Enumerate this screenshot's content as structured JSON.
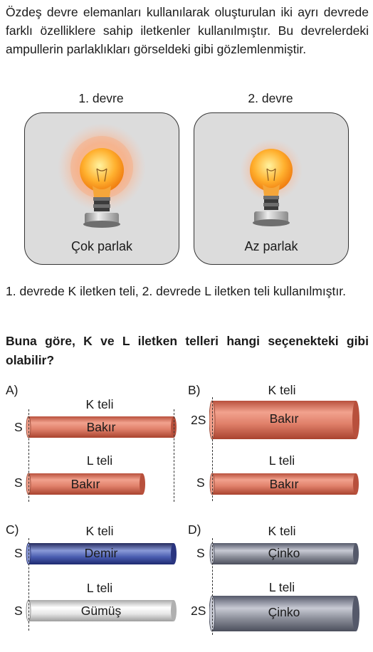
{
  "intro_text": "Özdeş devre elemanları kullanılarak oluşturulan iki ayrı devrede farklı özelliklere sahip iletkenler kullanılmıştır. Bu devrelerdeki ampullerin parlaklıkları görseldeki gibi gözlemlenmiştir.",
  "circuits": [
    {
      "title": "1. devre",
      "caption": "Çok parlak"
    },
    {
      "title": "2. devre",
      "caption": "Az parlak"
    }
  ],
  "info_text": "1. devrede K iletken teli, 2. devrede L iletken teli kullanılmıştır.",
  "question_text": "Buna göre, K ve L iletken telleri hangi seçenekteki gibi olabilir?",
  "options": {
    "A": {
      "letter": "A)",
      "k_title": "K teli",
      "k_side": "S",
      "k_material": "Bakır",
      "l_title": "L teli",
      "l_side": "S",
      "l_material": "Bakır"
    },
    "B": {
      "letter": "B)",
      "k_title": "K teli",
      "k_side": "2S",
      "k_material": "Bakır",
      "l_title": "L teli",
      "l_side": "S",
      "l_material": "Bakır"
    },
    "C": {
      "letter": "C)",
      "k_title": "K teli",
      "k_side": "S",
      "k_material": "Demir",
      "l_title": "L teli",
      "l_side": "S",
      "l_material": "Gümüş"
    },
    "D": {
      "letter": "D)",
      "k_title": "K teli",
      "k_side": "S",
      "k_material": "Çinko",
      "l_title": "L teli",
      "l_side": "2S",
      "l_material": "Çinko"
    }
  },
  "colors": {
    "copper": "#e0806a",
    "iron": "#4a5db0",
    "silver": "#e6e6e6",
    "zinc": "#8a8d98",
    "panel": "#dcdcdc"
  }
}
